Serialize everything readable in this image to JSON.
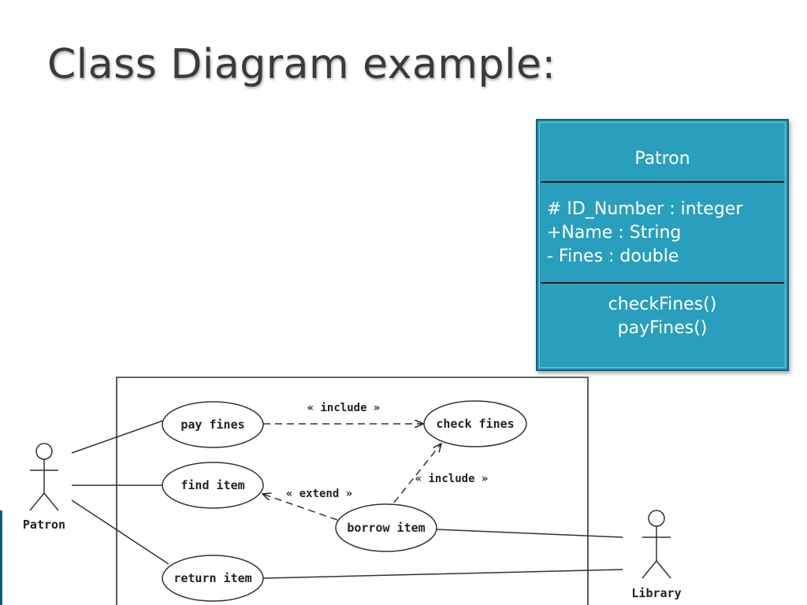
{
  "slide": {
    "title": "Class Diagram example:"
  },
  "colors": {
    "class_fill": "#2a9fbd",
    "class_border": "#13607a",
    "title_text": "#3a3a3a",
    "accent_bar": "#0f5f78"
  },
  "class_box": {
    "name": "Patron",
    "attributes": [
      "# ID_Number : integer",
      "+Name : String",
      "- Fines : double"
    ],
    "operations": [
      "checkFines()",
      "payFines()"
    ]
  },
  "use_case_diagram": {
    "actors": {
      "patron": "Patron",
      "library": "Library"
    },
    "use_cases": {
      "pay_fines": "pay fines",
      "check_fines": "check fines",
      "find_item": "find item",
      "borrow_item": "borrow item",
      "return_item": "return item"
    },
    "relationships": {
      "include_pay_check": "« include »",
      "include_borrow_check": "« include »",
      "extend_borrow_find": "« extend »"
    }
  }
}
